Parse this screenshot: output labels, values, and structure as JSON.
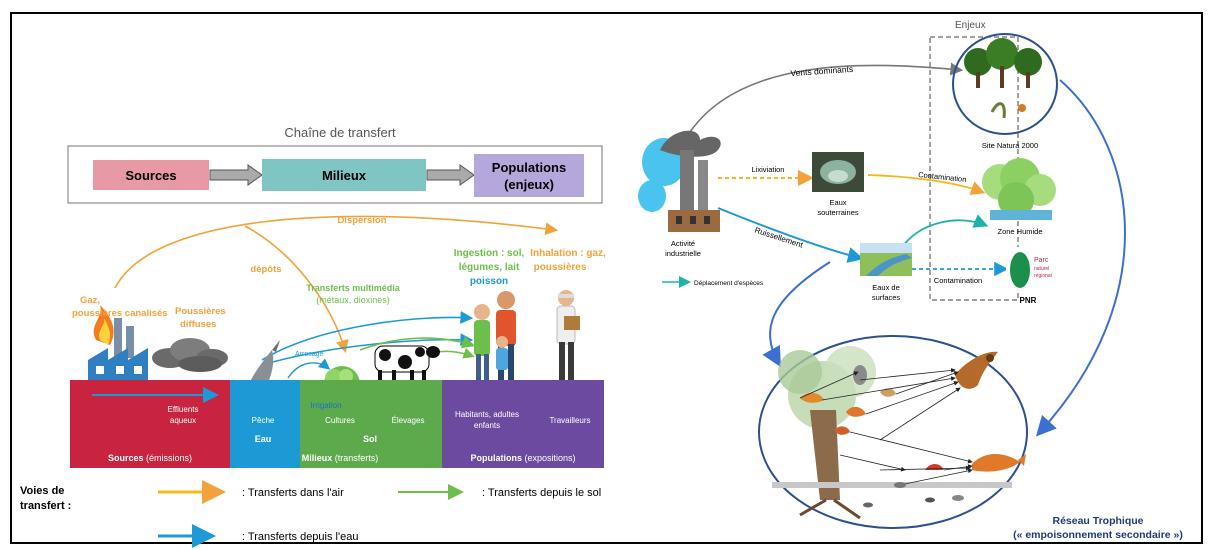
{
  "left": {
    "chain_title": "Chaîne de transfert",
    "chain_boxes": {
      "sources": "Sources",
      "milieux": "Milieux",
      "populations_l1": "Populations",
      "populations_l2": "(enjeux)"
    },
    "dispersion": "Dispersion",
    "depots": "dépôts",
    "gaz_l1": "Gaz,",
    "gaz_l2": "poussières canalisés",
    "poussieres_l1": "Poussières",
    "poussieres_l2": "diffuses",
    "transferts_l1": "Transferts multimédia",
    "transferts_l2": "(métaux, dioxines)",
    "ingestion_l1": "Ingestion : sol,",
    "ingestion_l2": "légumes, lait",
    "ingestion_l3": "poisson",
    "inhalation_l1": "Inhalation : gaz,",
    "inhalation_l2": "poussières",
    "arrosage": "Arrosage",
    "irrigation": "Irrigation",
    "bar": {
      "effluents_l1": "Effluents",
      "effluents_l2": "aqueux",
      "peche": "Pêche",
      "cultures": "Cultures",
      "elevages": "Élevages",
      "habitants_l1": "Habitants, adultes",
      "habitants_l2": "enfants",
      "travailleurs": "Travailleurs",
      "sources_bold": "Sources",
      "sources_rest": " (émissions)",
      "eau": "Eau",
      "sol": "Sol",
      "milieux_bold": "Milieux",
      "milieux_rest": " (transferts)",
      "populations_bold": "Populations",
      "populations_rest": " (expositions)"
    },
    "legend": {
      "title_l1": "Voies de",
      "title_l2": "transfert :",
      "air": ": Transferts dans l'air",
      "sol": ": Transferts depuis le sol",
      "eau": ": Transferts depuis l'eau"
    },
    "colors": {
      "orange": "#f2a23a",
      "blue": "#1d9ad6",
      "green": "#6cbf4a",
      "red": "#c8243f",
      "milieu_green": "#5daa4d",
      "purple": "#6b4aa0"
    }
  },
  "right": {
    "enjeux": "Enjeux",
    "vents": "Vents dominants",
    "lixiviation": "Lixiviation",
    "ruissellement": "Ruissellement",
    "contamination_top": "Contamination",
    "contamination_bottom": "Contamination",
    "activite_l1": "Activité",
    "activite_l2": "industrielle",
    "eaux_sout_l1": "Eaux",
    "eaux_sout_l2": "souterraines",
    "eaux_surf_l1": "Eaux de",
    "eaux_surf_l2": "surfaces",
    "natura": "Site Natura 2000",
    "zone_humide": "Zone Humide",
    "pnr": "PNR",
    "parc_l1": "Parc",
    "parc_l2": "naturel",
    "parc_l3": "régional",
    "deplacement": "Déplacement d'espèces",
    "reseau_l1": "Réseau Trophique",
    "reseau_l2": "(« empoisonnement secondaire »)"
  }
}
